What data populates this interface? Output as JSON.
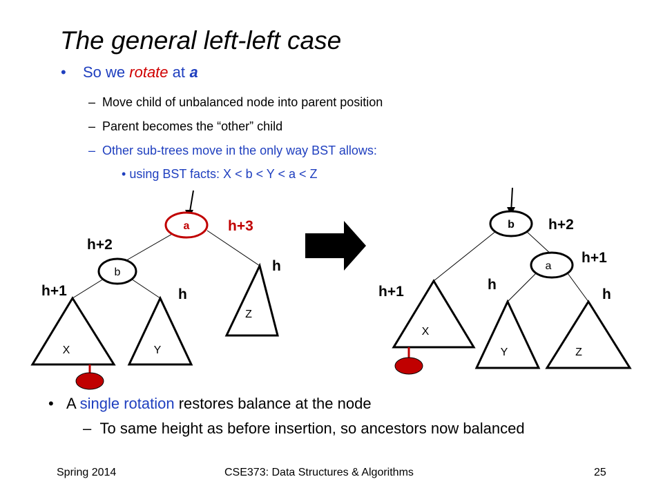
{
  "slide": {
    "title": "The general left-left case",
    "bullet1": {
      "prefix": "So we ",
      "emph": "rotate",
      "mid": " at ",
      "code": "a"
    },
    "subbullets": [
      "Move child of unbalanced node into parent position",
      "Parent becomes the “other” child",
      "Other sub-trees move in the only way BST allows:"
    ],
    "subsub": "using BST facts: X < b < Y < a < Z",
    "bottom_bullet": {
      "prefix": "A ",
      "emph": "single rotation",
      "suffix": " restores balance at the node"
    },
    "bottom_sub": "To same height as before insertion, so ancestors now balanced",
    "dash": "–",
    "bullet_char": "•"
  },
  "left_tree": {
    "root": "a",
    "child": "b",
    "subtrees": [
      "X",
      "Y",
      "Z"
    ],
    "heights": {
      "root": "h+3",
      "child": "h+2",
      "x": "h+1",
      "y": "h",
      "z": "h"
    }
  },
  "right_tree": {
    "root": "b",
    "child": "a",
    "subtrees": [
      "X",
      "Y",
      "Z"
    ],
    "heights": {
      "root": "h+2",
      "child": "h+1",
      "x": "h+1",
      "y": "h",
      "z": "h"
    }
  },
  "footer": {
    "left": "Spring 2014",
    "center": "CSE373: Data Structures & Algorithms",
    "right": "25"
  },
  "colors": {
    "red_node": "#c00000",
    "blue_text": "#1f3fbf",
    "red_text": "#d00000"
  }
}
